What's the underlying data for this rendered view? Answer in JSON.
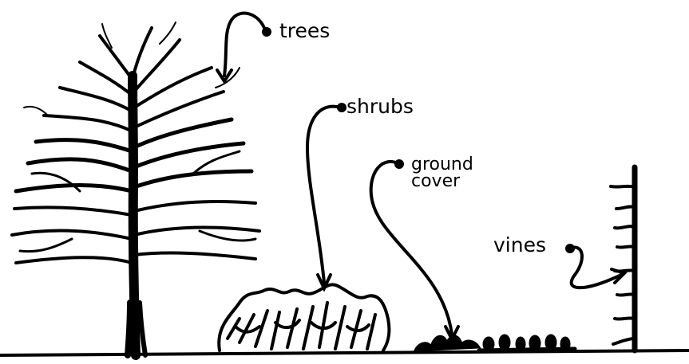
{
  "labels": {
    "trees": "trees",
    "shrubs": "shrubs",
    "ground_cover_line1": "ground",
    "ground_cover_line2": "cover",
    "vines": "vines"
  },
  "colors": {
    "ink": "#000000",
    "paper": "#ffffff"
  }
}
